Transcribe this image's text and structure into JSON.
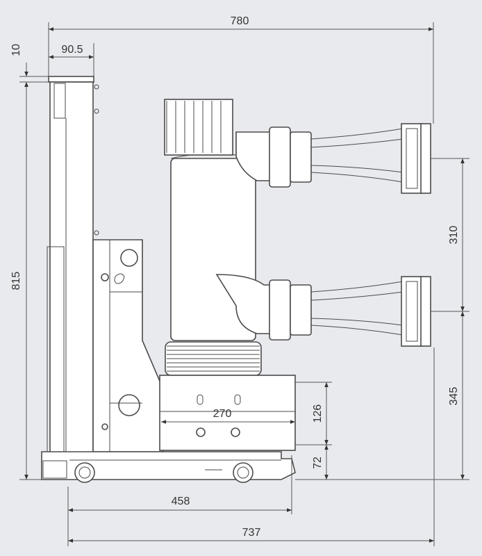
{
  "dimensions": {
    "overall_width": "780",
    "top_offset_width": "90.5",
    "top_small": "10",
    "overall_height": "815",
    "pole_spacing": "310",
    "lower_terminal_height": "345",
    "mount_hole_spacing": "270",
    "mount_hole_height": "126",
    "wheel_height": "72",
    "wheel_base": "458",
    "base_depth": "737"
  },
  "colors": {
    "background": "#e9eaee",
    "line": "#4a4a4a",
    "fill": "#ffffff"
  }
}
